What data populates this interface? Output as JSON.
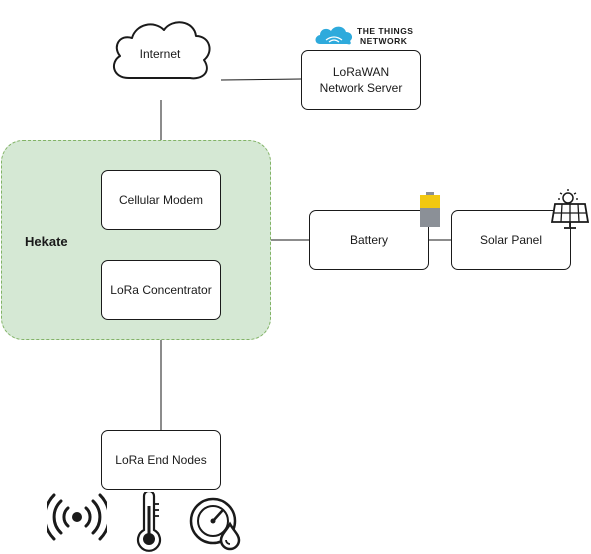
{
  "diagram": {
    "cloud": {
      "label": "Internet"
    },
    "ttn_logo": {
      "line1": "THE THINGS",
      "line2": "NETWORK"
    },
    "nodes": {
      "lorawan_server": "LoRaWAN Network Server",
      "cellular_modem": "Cellular Modem",
      "lora_concentrator": "LoRa Concentrator",
      "lora_end_nodes": "LoRa End Nodes",
      "battery": "Battery",
      "solar_panel": "Solar Panel"
    },
    "group": {
      "label": "Hekate"
    },
    "icons": [
      "signal-broadcast-icon",
      "thermometer-icon",
      "pressure-gauge-icon",
      "battery-icon",
      "solar-panel-icon",
      "ttn-cloud-icon"
    ],
    "colors": {
      "group_fill": "#d5e8d4",
      "group_border": "#82b366",
      "ttn_blue": "#2eaadc",
      "battery_yellow": "#f2c811",
      "battery_gray": "#7a8088"
    }
  }
}
